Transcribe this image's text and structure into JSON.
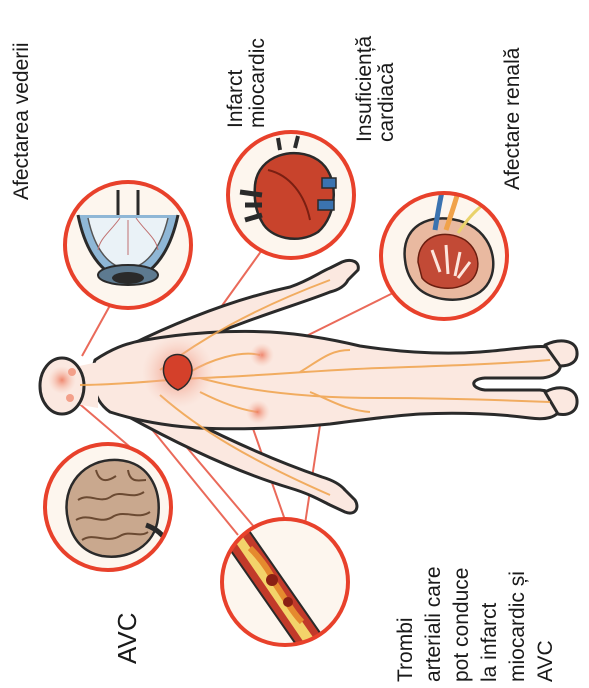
{
  "labels": {
    "vision": "Afectarea vederii",
    "mi_line1": "Infarct",
    "mi_line2": "miocardic",
    "hf_line1": "Insuficiență",
    "hf_line2": "cardiacă",
    "renal": "Afectare renală",
    "stroke": "AVC",
    "thrombi_line1": "Trombi",
    "thrombi_line2": "arteriali care",
    "thrombi_line3": "pot conduce",
    "thrombi_line4": "la infarct",
    "thrombi_line5": "miocardic și",
    "thrombi_line6": "AVC"
  },
  "colors": {
    "background": "#ffffff",
    "body_fill": "#fbe8e0",
    "body_outline": "#2a2a2a",
    "circle_border": "#e8412b",
    "connector": "#ea6a5a",
    "vessel": "#f0a24a",
    "hotspot": "#f3a08a",
    "heart": "#d4402a",
    "text": "#1a1a1a"
  },
  "icons": {
    "eye": "eye-cross-section-icon",
    "heart": "heart-anatomy-icon",
    "kidney": "kidney-cross-section-icon",
    "brain": "brain-icon",
    "artery": "artery-thrombus-icon"
  }
}
